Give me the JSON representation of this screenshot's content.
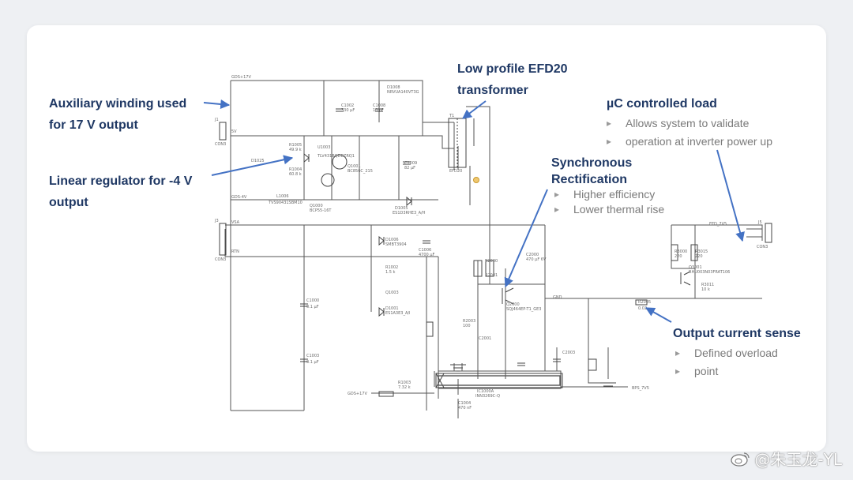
{
  "callouts": {
    "aux_winding": [
      "Auxiliary winding used",
      "for 17 V output"
    ],
    "linear_reg": [
      "Linear regulator for -4 V",
      "output"
    ],
    "transformer": [
      "Low profile EFD20",
      "transformer"
    ],
    "uc_load": {
      "title": "µC controlled load",
      "bullets": [
        "Allows system to validate",
        "operation at inverter power up"
      ]
    },
    "sync_rect": {
      "title": [
        "Synchronous",
        "Rectification"
      ],
      "bullets": [
        "Higher efficiency",
        "Lower thermal rise"
      ]
    },
    "current_sense": {
      "title": "Output current sense",
      "bullets": [
        "Defined overload",
        "point"
      ]
    }
  },
  "schematic_labels": {
    "net_17v": "GDS+17V",
    "net_4v": "GDS-4V",
    "net_vsa": "VSA",
    "net_5v": "5V",
    "net_rtn": "RTN",
    "j1": "J1",
    "j3": "J3",
    "con3_a": "CON3",
    "con3_b": "CON3",
    "con3_c": "CON3",
    "d1008": "D1008",
    "d1008_val": "NRVUA140VT3G",
    "c1002": "C1002",
    "c1002_val": "330 µF",
    "c1008": "C1008",
    "c1008_val": "10 µF",
    "d1025": "D1025",
    "r1005": "R1005",
    "r1005_val": "49.9 k",
    "r1004": "R1004",
    "r1004_val": "60.8 k",
    "u1003": "U1003",
    "u1003_val": "TLV431BQDBZRQ1",
    "q1001": "Q1001",
    "q1001_val": "BC856C_215",
    "c1009": "C1009",
    "c1009_val": "82 µF",
    "l1006": "L1006",
    "l1006_val": "TVS90431SBM10",
    "q1000": "Q1000",
    "q1000_val": "BCP55-16T",
    "d1005": "D1005",
    "d1005_val": "ES1D3RHE3_A/H",
    "t1": "T1",
    "t1_val": "EFD20",
    "d1006": "D1006",
    "d1006_val": "SMBT3904",
    "c1006": "C1006",
    "c1006_val": "4700 µF",
    "r1002": "R1002",
    "r1002_val": "1.5 k",
    "q1003": "Q1003",
    "d1001": "D1001",
    "d1001_val": "ES1A3E3_A/I",
    "c1000": "C1000",
    "c1000_val": "0.1 µF",
    "c1003": "C1003",
    "c1003_val": "0.1 µF",
    "r2000": "R2000",
    "r2001": "R2001",
    "c2000": "C2000",
    "c2000_val": "470 µF 6V",
    "q2000": "Q2000",
    "q2000_val": "SQJ464EP-T1_GE3",
    "r2003": "R2003",
    "r2003_val": "100",
    "c2001": "C2001",
    "c2003": "C2003",
    "r2005": "R2005",
    "r2005_val": "0.02",
    "r3000": "R3000",
    "r3000_val": "220",
    "r3015": "R3015",
    "r3015_val": "220",
    "q3001": "Q3001",
    "q3001_val": "RHU003N03FRAT106",
    "r3011": "R3011",
    "r3011_val": "10 k",
    "efd_7v5": "EFD_7V5",
    "gnd": "GND",
    "j5": "J5",
    "ic1000": "IC1000A",
    "ic1000_val": "INN3269C-Q",
    "r1003": "R1003",
    "r1003_val": "7.32 k",
    "c1004": "C1004",
    "c1004_val": "470 nF",
    "gds_17v_in": "GDS+17V",
    "bps_7v5": "BPS_7V5"
  },
  "watermark": {
    "handle": "@朱玉龙-YL"
  },
  "colors": {
    "callout_text": "#1f3864",
    "arrow": "#4472c4",
    "wire": "#555555",
    "bullet_text": "#7a7a7a"
  }
}
